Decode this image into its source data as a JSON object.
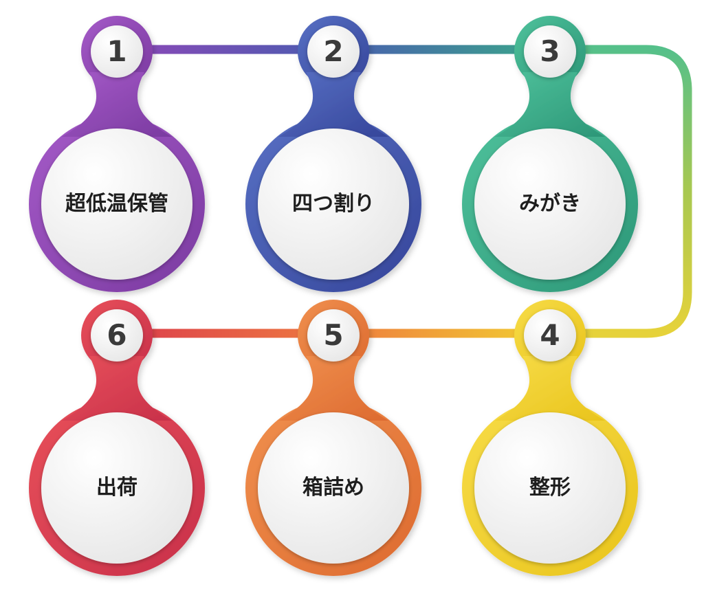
{
  "steps": [
    {
      "number": "1",
      "label": "超低温保管",
      "color_light": "#a55ac8",
      "color_dark": "#7a3aa0"
    },
    {
      "number": "2",
      "label": "四つ割り",
      "color_light": "#5870c4",
      "color_dark": "#35459a"
    },
    {
      "number": "3",
      "label": "みがき",
      "color_light": "#4fc29c",
      "color_dark": "#2c9677"
    },
    {
      "number": "4",
      "label": "整形",
      "color_light": "#f7dc48",
      "color_dark": "#e9c41c"
    },
    {
      "number": "5",
      "label": "箱詰め",
      "color_light": "#f0904e",
      "color_dark": "#dd6a30"
    },
    {
      "number": "6",
      "label": "出荷",
      "color_light": "#e8505a",
      "color_dark": "#c8304a"
    }
  ]
}
